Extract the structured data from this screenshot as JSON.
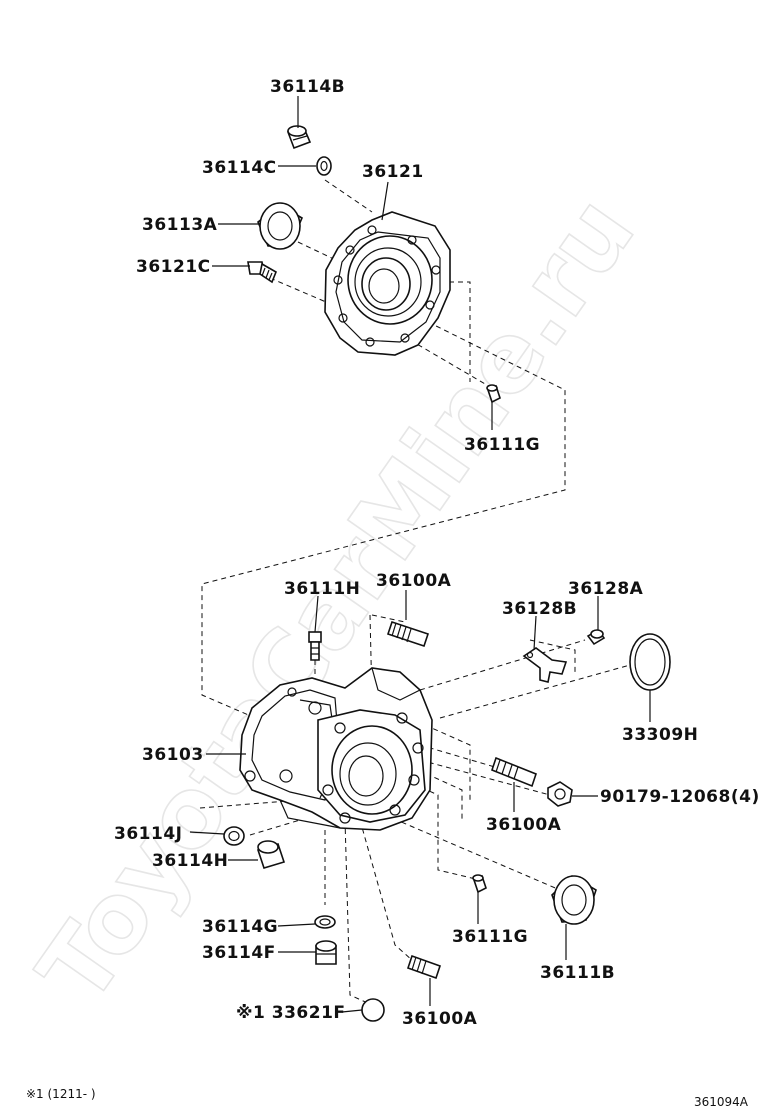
{
  "watermark": "ToyotaCarMine.ru",
  "footnote": "※1 (1211-    )",
  "diagram_code": "361094A",
  "labels": {
    "p36114B": "36114B",
    "p36114C": "36114C",
    "p36121": "36121",
    "p36113A": "36113A",
    "p36121C": "36121C",
    "p36111G_top": "36111G",
    "p36111H": "36111H",
    "p36100A_top": "36100A",
    "p36128A": "36128A",
    "p36128B": "36128B",
    "p33309H": "33309H",
    "p36103": "36103",
    "p90179": "90179-12068(4)",
    "p36100A_mid": "36100A",
    "p36114J": "36114J",
    "p36114H": "36114H",
    "p36111G_bottom": "36111G",
    "p36114G": "36114G",
    "p36114F": "36114F",
    "p36111B": "36111B",
    "p33621F": "※1 33621F",
    "p36100A_bottom": "36100A"
  }
}
